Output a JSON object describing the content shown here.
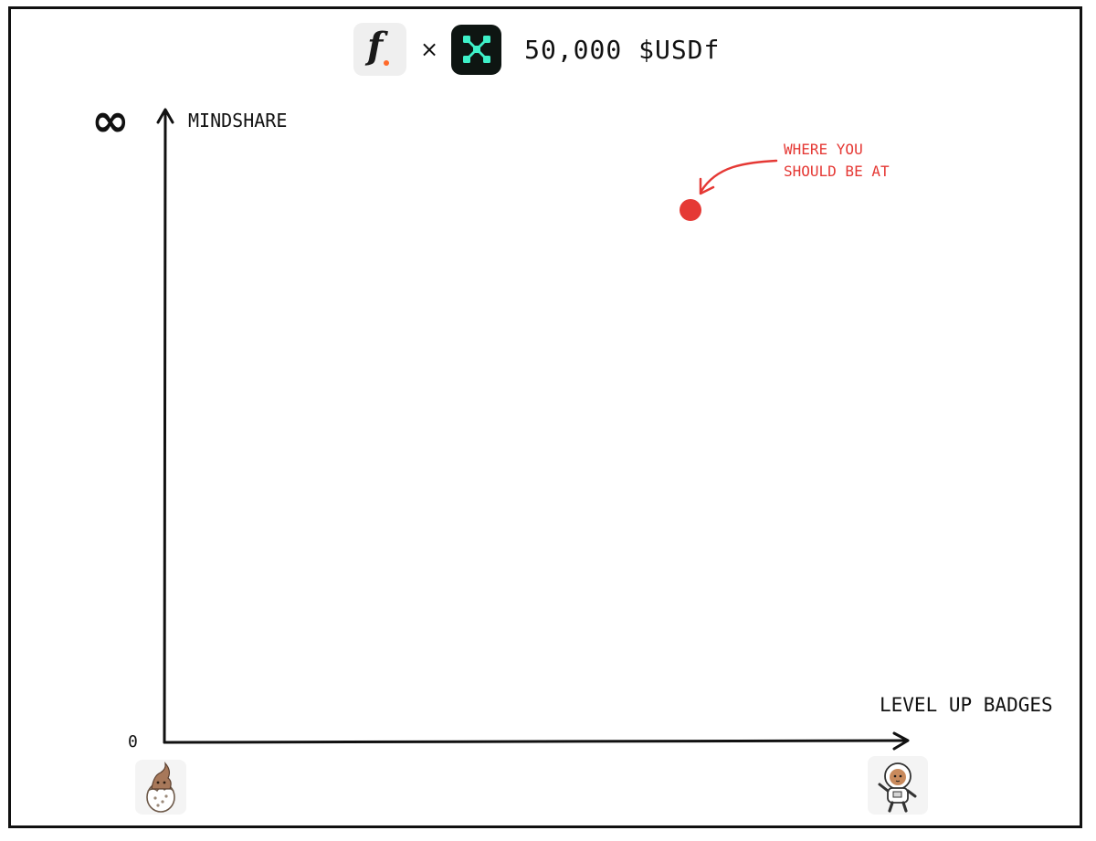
{
  "header": {
    "f_logo_glyph": "f",
    "times": "×",
    "prize": "50,000 $USDf"
  },
  "diagram": {
    "y_axis": {
      "label": "MINDSHARE",
      "top_symbol": "∞",
      "origin_label": "0"
    },
    "x_axis": {
      "label": "LEVEL UP BADGES"
    },
    "target_point": {
      "annotation_line1": "WHERE YOU",
      "annotation_line2": "SHOULD BE AT",
      "color": "#e53935"
    },
    "badges": {
      "start": "egg-badge-icon",
      "end": "astronaut-badge-icon"
    }
  },
  "colors": {
    "ink": "#111111",
    "accent": "#e53935",
    "brand_orange": "#ff6a2a",
    "brand_green": "#3ef0c8",
    "brand_dark": "#0e1512"
  }
}
